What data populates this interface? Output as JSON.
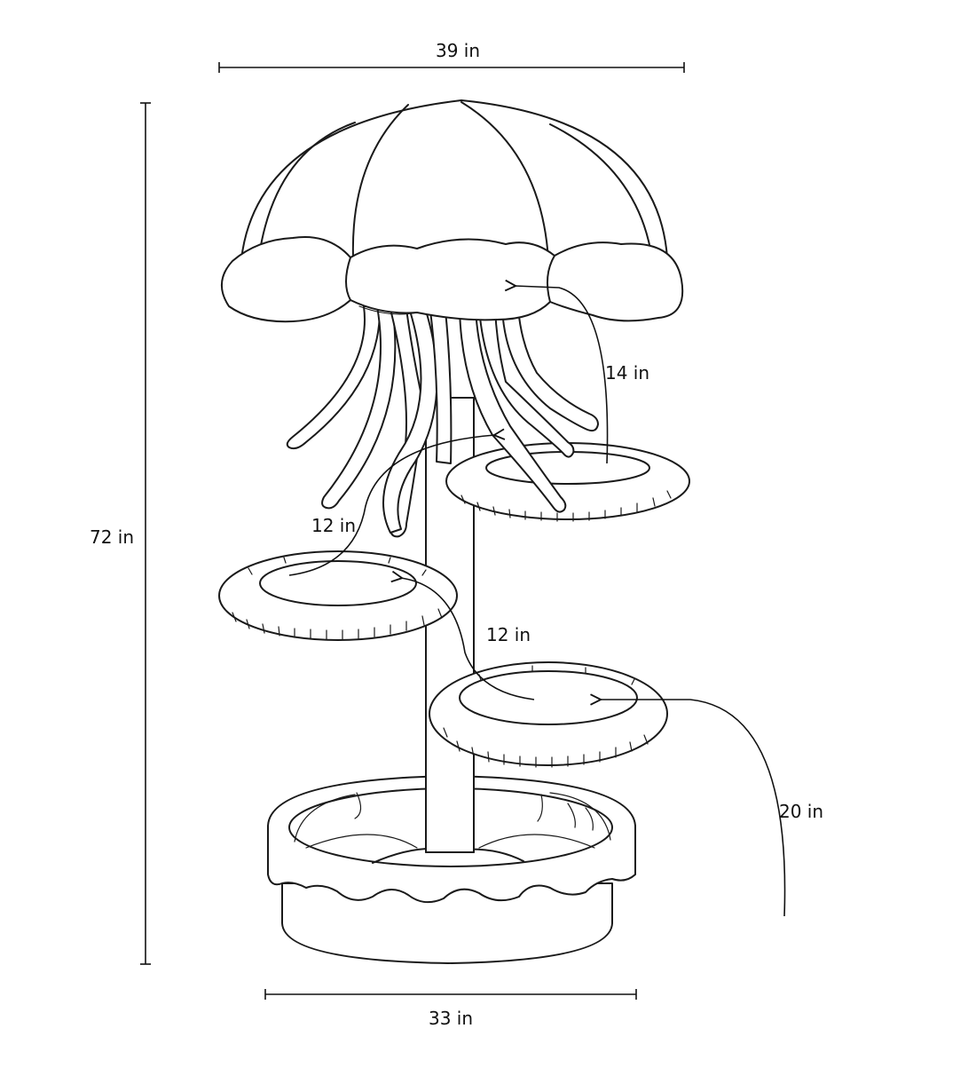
{
  "dimensions": {
    "top_width": "39 in",
    "height": "72 in",
    "base_width": "33 in",
    "top_platform_to_canopy": "14 in",
    "left_platform_to_top_platform": "12 in",
    "lower_platform_to_left_platform": "12 in",
    "floor_to_lower_platform": "20 in"
  },
  "colors": {
    "line": "#1a1a1a",
    "background": "#ffffff"
  }
}
